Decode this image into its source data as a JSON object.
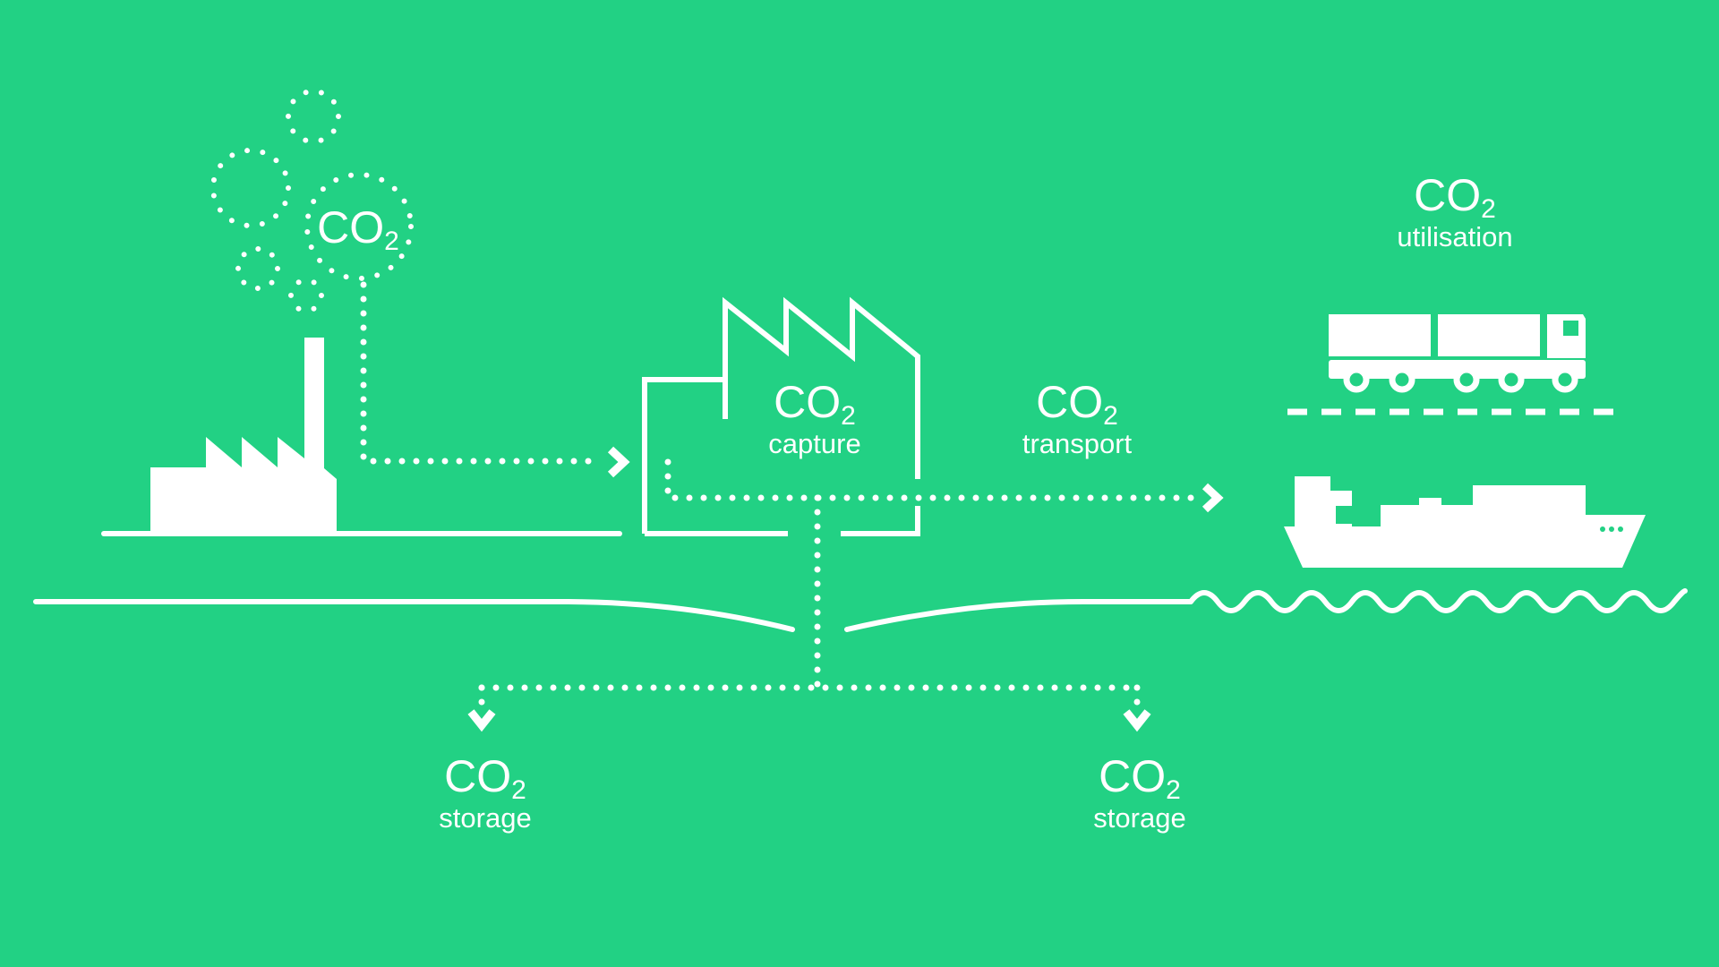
{
  "background_color": "#22D184",
  "foreground_color": "#FFFFFF",
  "emission": {
    "main": "CO",
    "sub": "2"
  },
  "capture": {
    "main": "CO",
    "sub": "2",
    "caption": "capture"
  },
  "transport": {
    "main": "CO",
    "sub": "2",
    "caption": "transport"
  },
  "utilisation": {
    "main": "CO",
    "sub": "2",
    "caption": "utilisation"
  },
  "storage_left": {
    "main": "CO",
    "sub": "2",
    "caption": "storage"
  },
  "storage_right": {
    "main": "CO",
    "sub": "2",
    "caption": "storage"
  },
  "icons": [
    "factory-icon",
    "capture-plant-icon",
    "truck-icon",
    "ship-icon",
    "waves-icon",
    "smoke-bubbles-icon"
  ]
}
